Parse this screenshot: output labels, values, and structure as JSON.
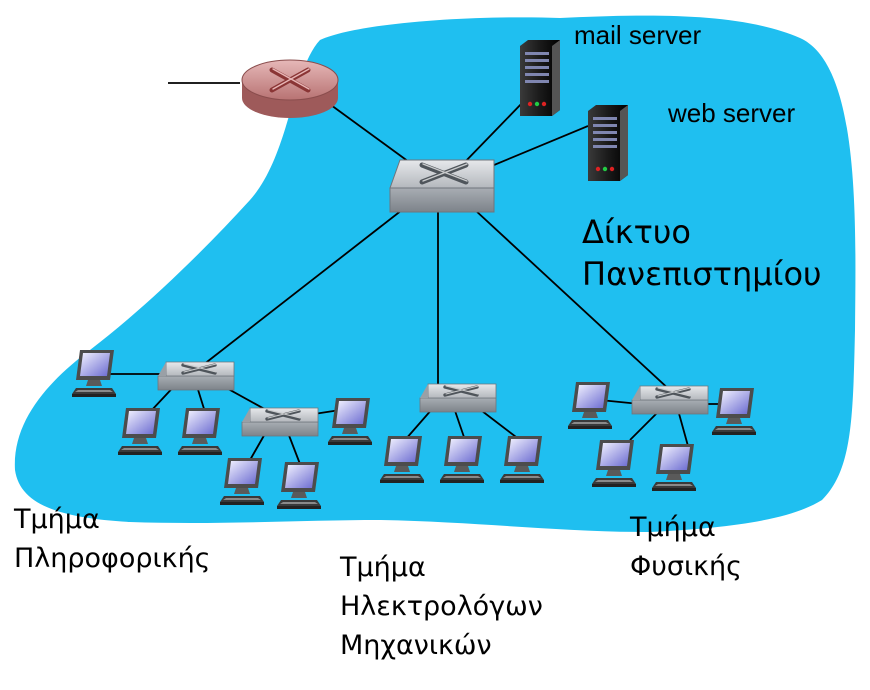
{
  "colors": {
    "network_area": "#1fbff0",
    "router": "#b87373",
    "switch": "#bfc3c7",
    "server": "#1e1e1e",
    "link": "#000000"
  },
  "devices": {
    "router": "router-icon",
    "core_switch": "switch-icon",
    "servers": [
      "server-icon",
      "server-icon"
    ],
    "department_switches": [
      "switch-icon",
      "switch-icon",
      "switch-icon",
      "switch-icon"
    ],
    "host_icon": "desktop-computer-icon"
  },
  "labels": {
    "mail_server": "mail server",
    "web_server": "web server",
    "campus_network": [
      "Δίκτυο",
      "Πανεπιστημίου"
    ],
    "dept_informatics": [
      "Τμήμα",
      "Πληροφορικής"
    ],
    "dept_electrical": [
      "Τμήμα",
      "Ηλεκτρολόγων",
      "Μηχανικών"
    ],
    "dept_physics": [
      "Τμήμα",
      "Φυσικής"
    ]
  }
}
